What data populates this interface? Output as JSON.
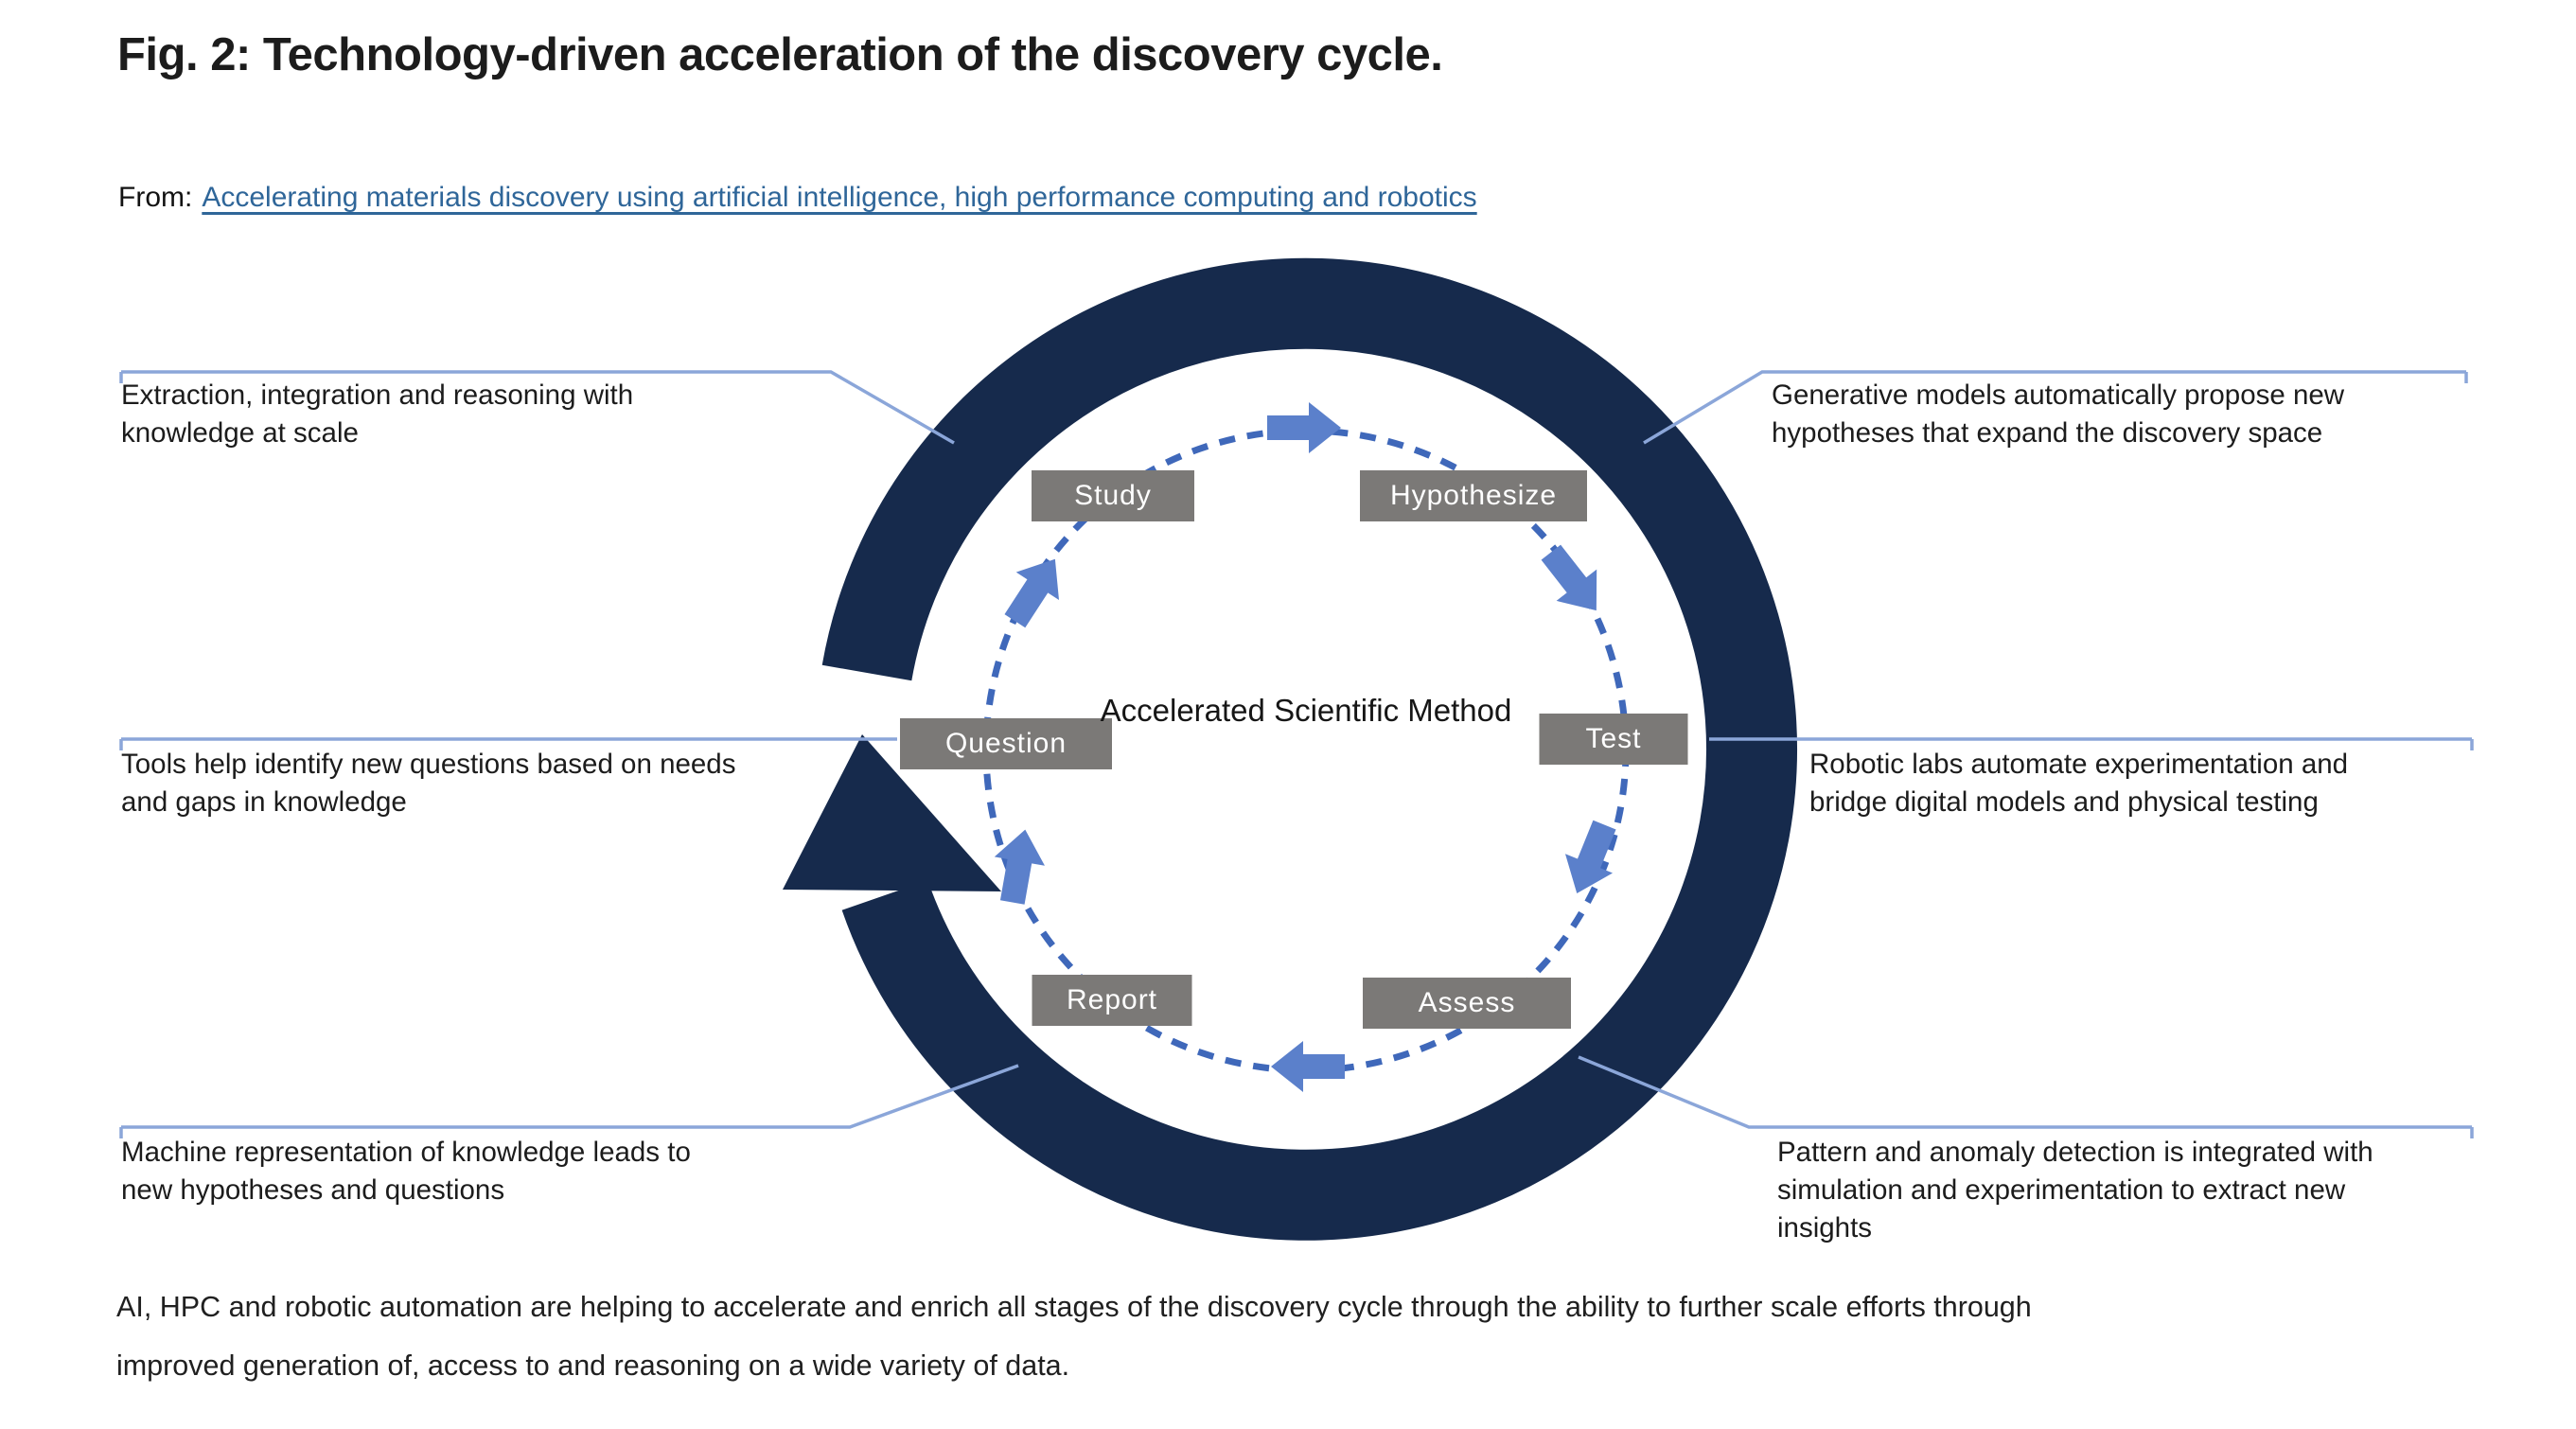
{
  "figure": {
    "title": "Fig. 2: Technology-driven acceleration of the discovery cycle.",
    "source_prefix": "From:",
    "source_link_text": "Accelerating materials discovery using artificial intelligence, high performance computing and robotics",
    "caption_lines": [
      "AI, HPC and robotic automation are helping to accelerate and enrich all stages of the discovery cycle through the ability to further scale efforts through",
      "improved generation of, access to and reasoning on a wide variety of data."
    ]
  },
  "diagram": {
    "center_label_lines": [
      "Accelerated",
      "Scientific",
      "Method"
    ],
    "stages": [
      {
        "label": "Study"
      },
      {
        "label": "Hypothesize"
      },
      {
        "label": "Test"
      },
      {
        "label": "Assess"
      },
      {
        "label": "Report"
      },
      {
        "label": "Question"
      }
    ],
    "annotations": [
      {
        "position": "top-left",
        "lines": [
          "Extraction, integration and reasoning with",
          "knowledge at scale"
        ]
      },
      {
        "position": "top-right",
        "lines": [
          "Generative models automatically propose new",
          "hypotheses that expand the discovery space"
        ]
      },
      {
        "position": "middle-left",
        "lines": [
          "Tools help identify new questions based on needs",
          "and gaps in knowledge"
        ]
      },
      {
        "position": "middle-right",
        "lines": [
          "Robotic labs automate experimentation and",
          "bridge digital models and physical testing"
        ]
      },
      {
        "position": "bottom-left",
        "lines": [
          "Machine representation of knowledge leads to",
          "new hypotheses and questions"
        ]
      },
      {
        "position": "bottom-right",
        "lines": [
          "Pattern and anomaly detection is integrated with",
          "simulation and experimentation to extract new",
          "insights"
        ]
      }
    ]
  },
  "colors": {
    "ring_navy": "#162a4c",
    "cycle_blue": "#3f68ba",
    "arrow_blue": "#5b80cb",
    "callout_blue": "#8ba6d9",
    "stage_gray": "#7b7977",
    "link_blue": "#2f6699",
    "text_dark": "#1c1c1c"
  }
}
